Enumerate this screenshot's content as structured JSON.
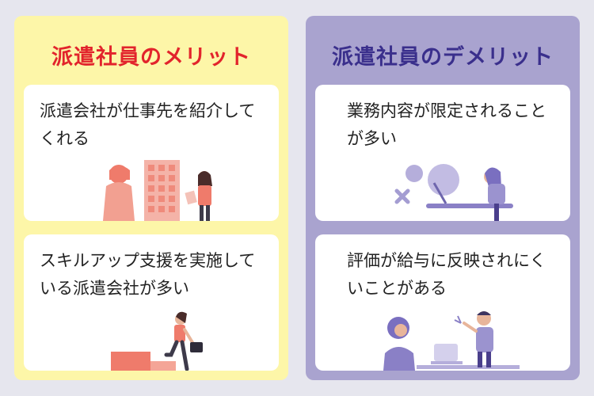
{
  "left_panel": {
    "title": "派遣社員のメリット",
    "cards": [
      {
        "text": "派遣会社が仕事先を紹介してくれる",
        "illustration": "building-meeting-icon"
      },
      {
        "text": "スキルアップ支援を実施している派遣会社が多い",
        "illustration": "climbing-stairs-icon"
      }
    ],
    "colors": {
      "background": "#fdf6a8",
      "title": "#e2242c",
      "accent": "#ef7b6b"
    }
  },
  "right_panel": {
    "title": "派遣社員のデメリット",
    "cards": [
      {
        "text": "業務内容が限定されることが多い",
        "illustration": "limited-work-icon"
      },
      {
        "text": "評価が給与に反映されにくいことがある",
        "illustration": "evaluation-meeting-icon"
      }
    ],
    "colors": {
      "background": "#a9a3cf",
      "title": "#3a2f8c",
      "accent": "#8a80c6"
    }
  }
}
